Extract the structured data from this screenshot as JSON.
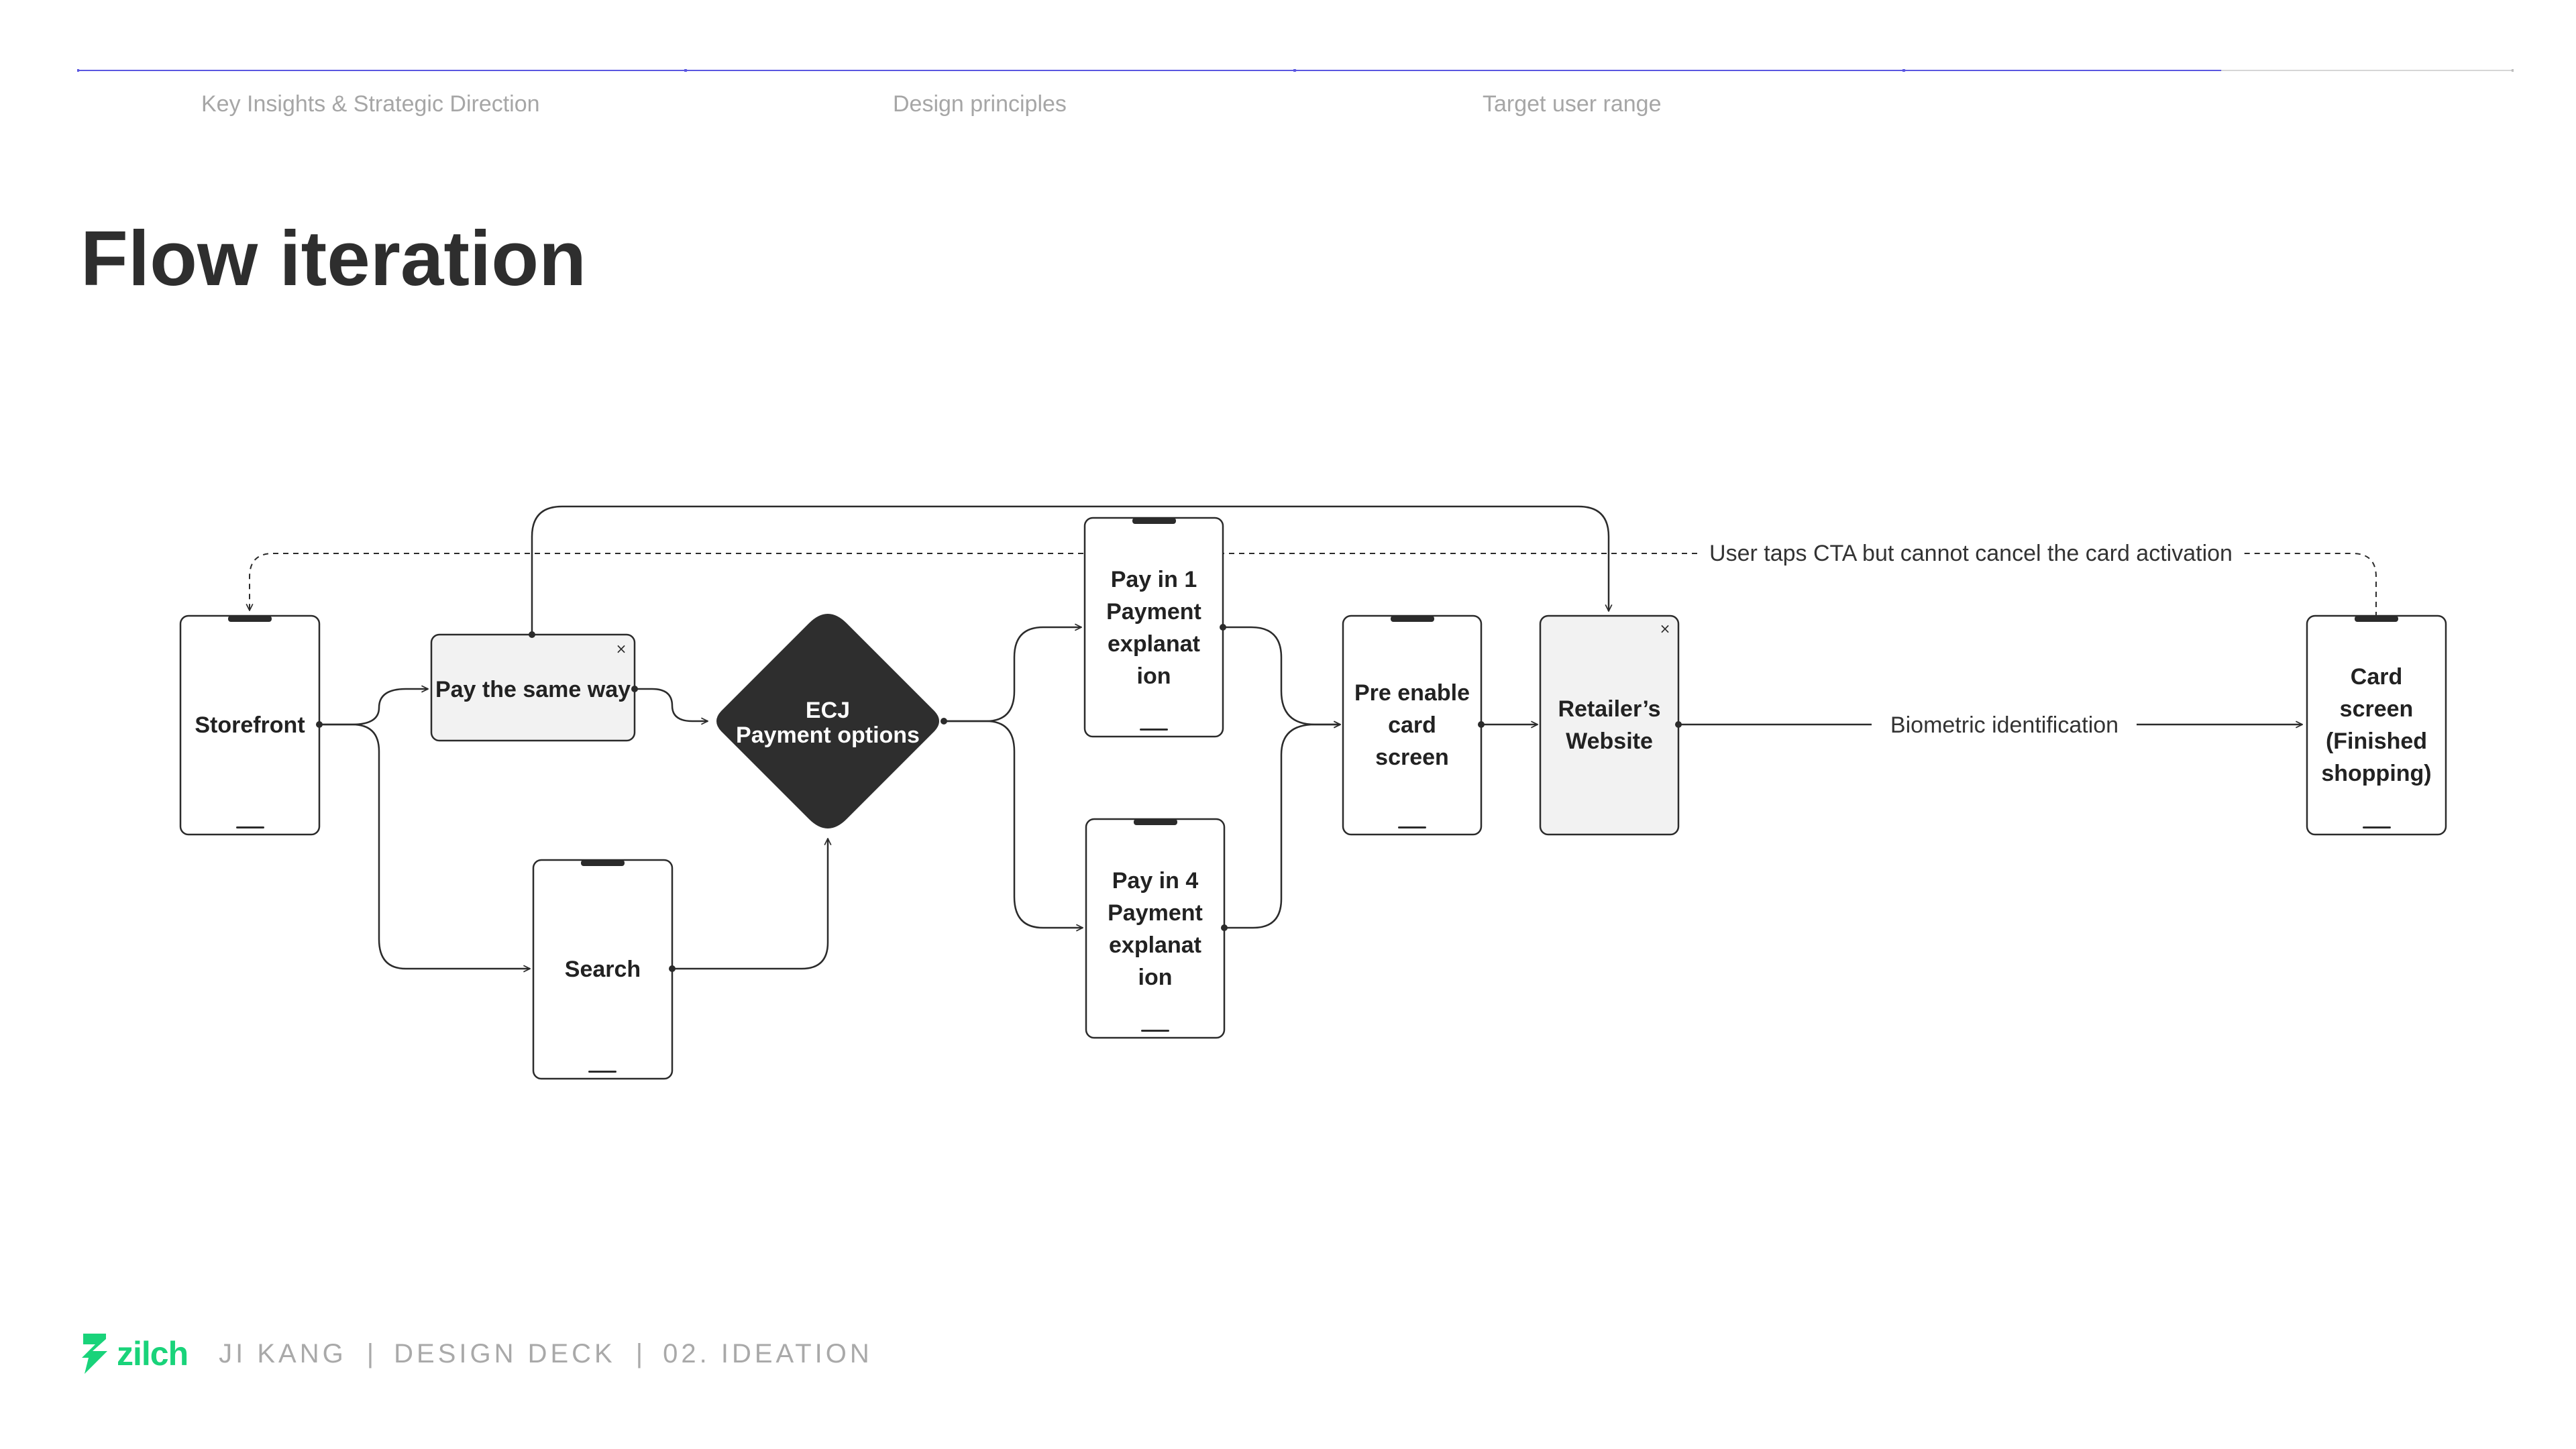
{
  "progress": {
    "steps": [
      "Key Insights & Strategic Direction",
      "Design principles",
      "Target user range"
    ],
    "completed_fraction": 0.88,
    "colors": {
      "active": "#5a57e0",
      "inactive": "#d6d6d6"
    }
  },
  "page_title": "Flow iteration",
  "diagram": {
    "nodes": {
      "storefront": "Storefront",
      "pay_same_way": "Pay the same way",
      "search": "Search",
      "ecj_line1": "ECJ",
      "ecj_line2": "Payment options",
      "pay_in_1": [
        "Pay in 1",
        "Payment",
        "explanat",
        "ion"
      ],
      "pay_in_4": [
        "Pay in 4",
        "Payment",
        "explanat",
        "ion"
      ],
      "pre_enable": [
        "Pre enable",
        "card",
        "screen"
      ],
      "retailer": [
        "Retailer’s",
        "Website"
      ],
      "card_screen": [
        "Card",
        "screen",
        "(Finished",
        "shopping)"
      ]
    },
    "edges": {
      "cancel_note": "User taps CTA but cannot cancel the card activation",
      "biometric": "Biometric identification"
    },
    "close_glyph": "×",
    "colors": {
      "stroke": "#2b2b2b",
      "modal_fill": "#f2f2f2",
      "decision_fill": "#2e2e2e"
    }
  },
  "footer": {
    "brand": "zilch",
    "author": "JI KANG",
    "deck": "DESIGN DECK",
    "section": "02. IDEATION",
    "separator": "|",
    "brand_color": "#19d37a"
  }
}
